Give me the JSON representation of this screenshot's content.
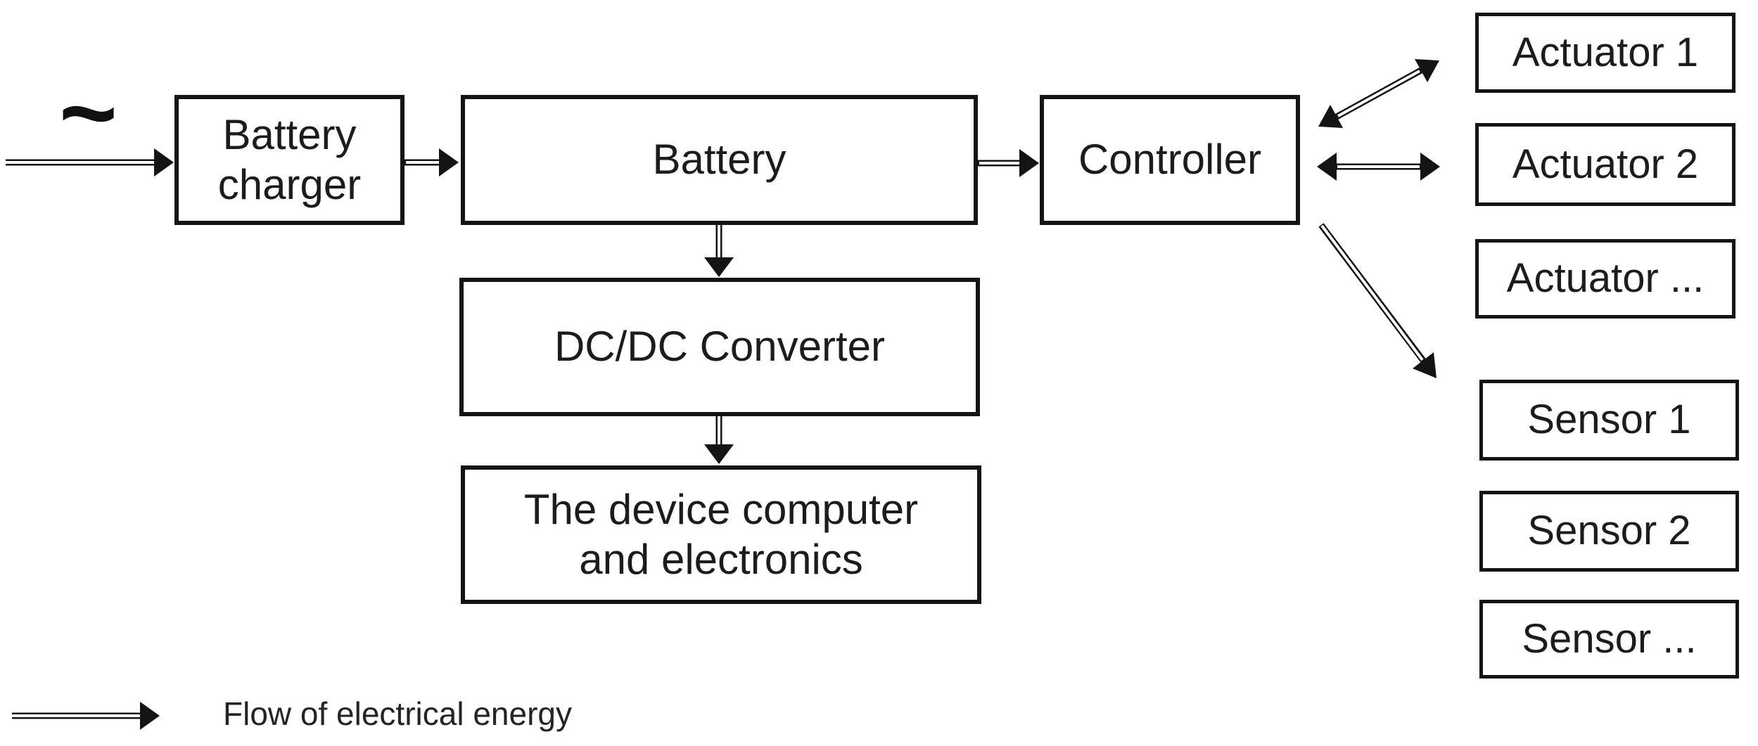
{
  "diagram": {
    "ac_symbol": "~",
    "nodes": {
      "battery_charger": "Battery\ncharger",
      "battery": "Battery",
      "controller": "Controller",
      "dcdc_converter": "DC/DC Converter",
      "device_computer": "The device computer\nand electronics",
      "actuator_1": "Actuator 1",
      "actuator_2": "Actuator 2",
      "actuator_more": "Actuator ...",
      "sensor_1": "Sensor 1",
      "sensor_2": "Sensor 2",
      "sensor_more": "Sensor ..."
    },
    "legend": {
      "label": "Flow of electrical energy"
    },
    "connections": [
      {
        "from": "ac_source",
        "to": "battery_charger",
        "type": "flow-of-electrical-energy",
        "bidirectional": false
      },
      {
        "from": "battery_charger",
        "to": "battery",
        "type": "flow-of-electrical-energy",
        "bidirectional": false
      },
      {
        "from": "battery",
        "to": "controller",
        "type": "flow-of-electrical-energy",
        "bidirectional": false
      },
      {
        "from": "battery",
        "to": "dcdc_converter",
        "type": "flow-of-electrical-energy",
        "bidirectional": false
      },
      {
        "from": "dcdc_converter",
        "to": "device_computer",
        "type": "flow-of-electrical-energy",
        "bidirectional": false
      },
      {
        "from": "controller",
        "to": "actuator_1",
        "type": "flow-of-electrical-energy",
        "bidirectional": true
      },
      {
        "from": "controller",
        "to": "actuator_2",
        "type": "flow-of-electrical-energy",
        "bidirectional": true
      },
      {
        "from": "controller",
        "to": "sensor_1",
        "type": "flow-of-electrical-energy",
        "bidirectional": false
      }
    ]
  }
}
